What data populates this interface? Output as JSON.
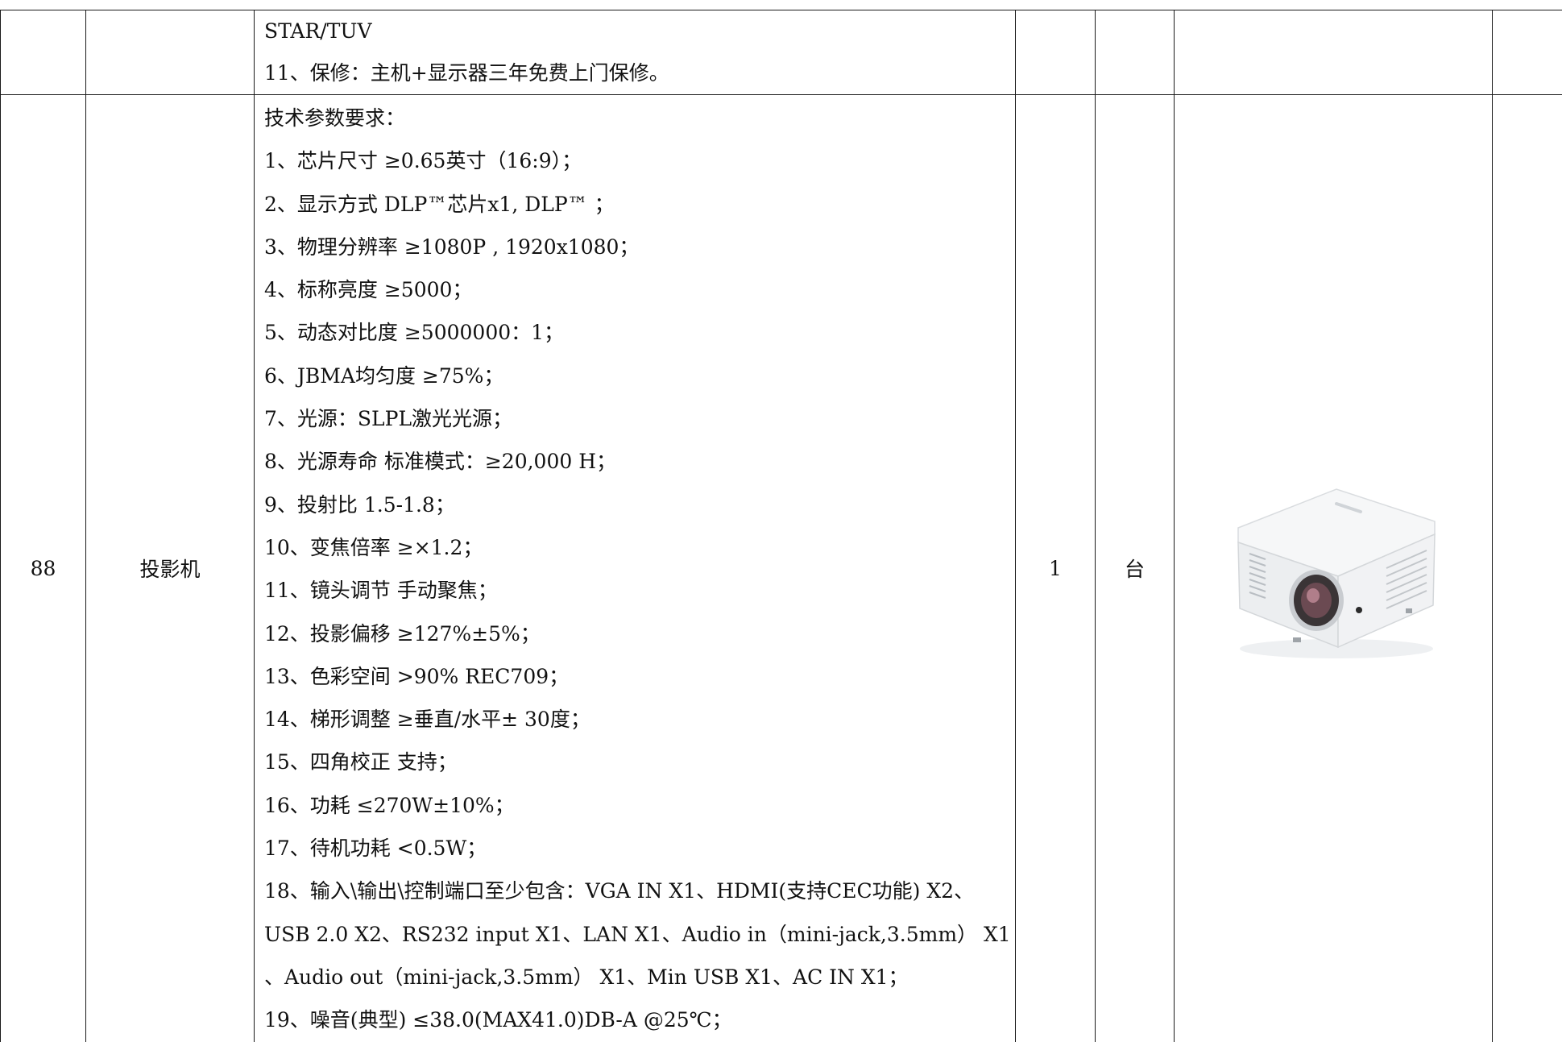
{
  "prev_row": {
    "spec_lines": [
      "STAR/TUV",
      "11、保修：主机+显示器三年免费上门保修。"
    ]
  },
  "main_row": {
    "index": "88",
    "name": "投影机",
    "spec_heading": "技术参数要求：",
    "spec_lines": [
      "1、芯片尺寸 ≥0.65英寸（16:9）；",
      "2、显示方式 DLP™芯片x1, DLP™ ；",
      "3、物理分辨率 ≥1080P , 1920x1080；",
      "4、标称亮度 ≥5000；",
      "5、动态对比度 ≥5000000：1；",
      "6、JBMA均匀度 ≥75%；",
      "7、光源：SLPL激光光源；",
      "8、光源寿命 标准模式：≥20,000 H；",
      "9、投射比 1.5-1.8；",
      "10、变焦倍率 ≥×1.2；",
      "11、镜头调节 手动聚焦；",
      "12、投影偏移 ≥127%±5%；",
      "13、色彩空间 >90%  REC709；",
      "14、梯形调整   ≥垂直/水平± 30度；",
      "15、四角校正 支持；",
      "16、功耗 ≤270W±10%；",
      "17、待机功耗 <0.5W；",
      "18、输入\\输出\\控制端口至少包含：VGA IN X1、HDMI(支持CEC功能) X2、",
      "USB 2.0 X2、RS232  input X1、LAN  X1、Audio in（mini-jack,3.5mm） X1",
      "、Audio out（mini-jack,3.5mm） X1、Min USB X1、AC  IN X1；",
      "19、噪音(典型)  ≤38.0(MAX41.0)DB-A @25℃；"
    ],
    "quantity": "1",
    "unit": "台",
    "image_icon": "projector-photo"
  }
}
